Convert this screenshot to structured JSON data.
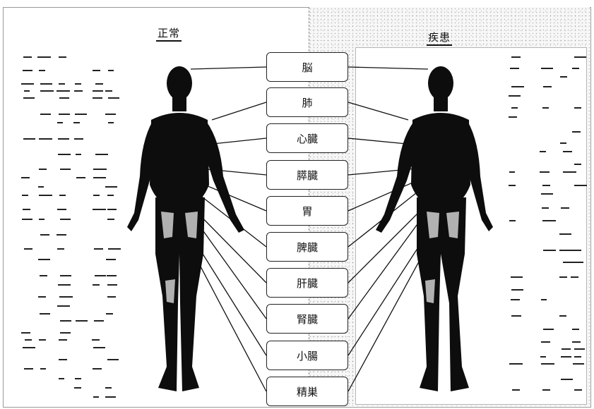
{
  "headers": {
    "left": "正常",
    "right": "疾患"
  },
  "organs": [
    {
      "label": "脳"
    },
    {
      "label": "肺"
    },
    {
      "label": "心臓"
    },
    {
      "label": "膵臓"
    },
    {
      "label": "胃"
    },
    {
      "label": "脾臓"
    },
    {
      "label": "肝臓"
    },
    {
      "label": "腎臓"
    },
    {
      "label": "小腸"
    },
    {
      "label": "精巣"
    }
  ],
  "colors": {
    "figure": "#0d0d0d",
    "line": "#111111",
    "box_border": "#222222"
  }
}
